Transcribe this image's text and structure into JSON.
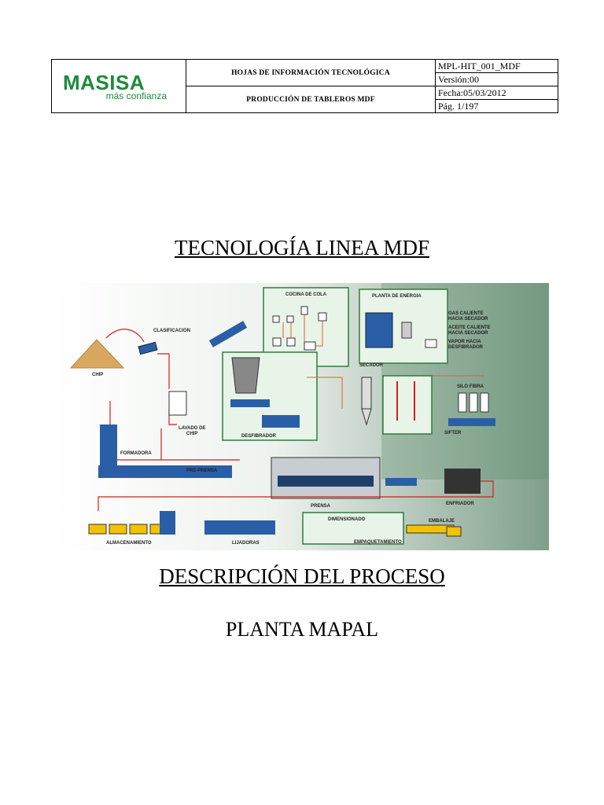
{
  "header": {
    "logo_main": "MASISA",
    "logo_sub": "más confianza",
    "doc_type": "HOJAS DE INFORMACIÓN TECNOLÓGICA",
    "doc_subject": "PRODUCCIÓN DE TABLEROS MDF",
    "code": "MPL-HIT_001_MDF",
    "version": "Versión:00",
    "date": "Fecha:05/03/2012",
    "page": "Pág. 1/197"
  },
  "titles": {
    "main": "TECNOLOGÍA LINEA MDF",
    "description": "DESCRIPCIÓN DEL PROCESO",
    "plant": "PLANTA MAPAL"
  },
  "diagram": {
    "labels": {
      "cocina": "COCINA DE COLA",
      "planta": "PLANTA DE ENERGIA",
      "gas": "GAS CALIENTE",
      "gas2": "HACIA SECADOR",
      "aceite": "ACEITE CALIENTE",
      "aceite2": "HACIA SECADOR",
      "vapor": "VAPOR HACIA",
      "vapor2": "DESFIBRADOR",
      "clasificacion": "CLASIFICACION",
      "chip": "CHIP",
      "lavado": "LAVADO DE",
      "lavado2": "CHIP",
      "desfibrador": "DESFIBRADOR",
      "secador": "SECADOR",
      "silo": "SILO FIBRA",
      "sifter": "SIFTER",
      "formadora": "FORMADORA",
      "preprensa": "PRE-PRENSA",
      "prensa": "PRENSA",
      "enfriador": "ENFRIADOR",
      "dimensionado": "DIMENSIONADO",
      "embalaje": "EMBALAJE",
      "empaquetamiento": "EMPAQUETAMIENTO",
      "almacenamiento": "ALMACENAMIENTO",
      "lijadoras": "LIJADORAS"
    }
  }
}
